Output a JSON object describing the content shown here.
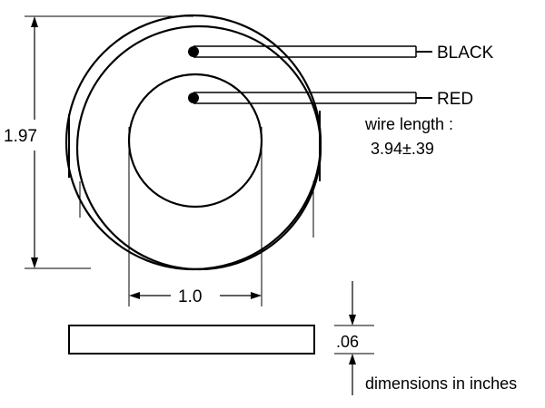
{
  "diagram": {
    "dimensions": {
      "outer_diameter": "1.97",
      "inner_diameter": "1.0",
      "thickness": ".06"
    },
    "wires": {
      "black_label": "BLACK",
      "red_label": "RED",
      "length_label": "wire length :",
      "length_value": "3.94±.39"
    },
    "units_note": "dimensions in inches"
  }
}
